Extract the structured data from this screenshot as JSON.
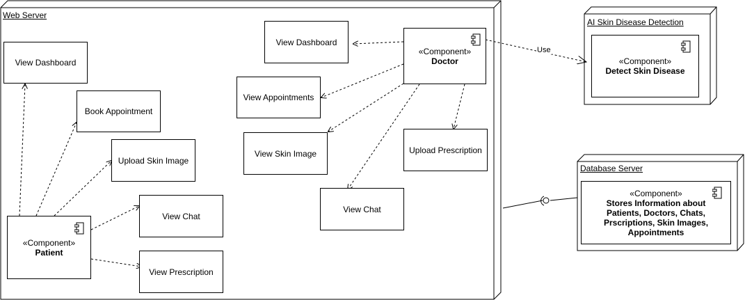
{
  "nodes": {
    "web_server": {
      "title": "Web Server"
    },
    "ai_server": {
      "title": "AI Skin Disease Detection"
    },
    "db_server": {
      "title": "Database Server"
    }
  },
  "components": {
    "stereotype": "«Component»",
    "patient": "Patient",
    "doctor": "Doctor",
    "detect": "Detect Skin Disease",
    "db_lines": [
      "Stores Information about",
      "Patients, Doctors, Chats,",
      "Prscriptions, Skin Images,",
      "Appointments"
    ]
  },
  "patient_actions": [
    "View Dashboard",
    "Book Appointment",
    "Upload Skin Image",
    "View Chat",
    "View Prescription"
  ],
  "doctor_actions": [
    "View Dashboard",
    "View Appointments",
    "View Skin Image",
    "Upload Prescription",
    "View Chat"
  ],
  "relations": {
    "use_label": "Use"
  }
}
